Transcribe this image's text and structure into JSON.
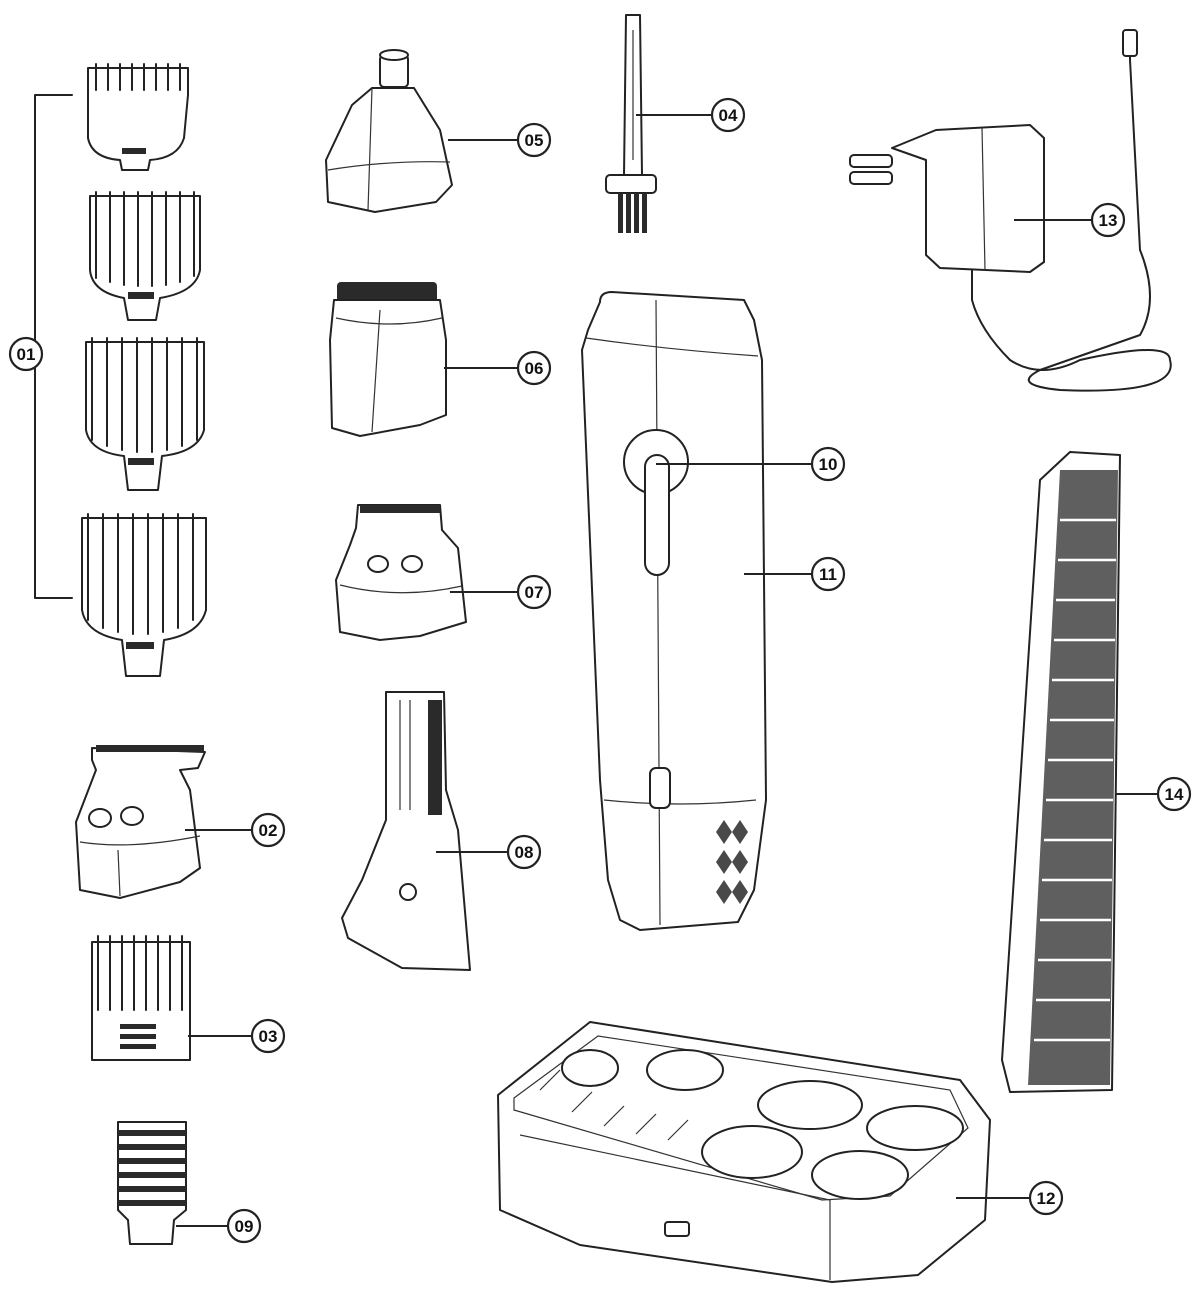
{
  "callouts": [
    {
      "id": "01",
      "label": "01"
    },
    {
      "id": "02",
      "label": "02"
    },
    {
      "id": "03",
      "label": "03"
    },
    {
      "id": "04",
      "label": "04"
    },
    {
      "id": "05",
      "label": "05"
    },
    {
      "id": "06",
      "label": "06"
    },
    {
      "id": "07",
      "label": "07"
    },
    {
      "id": "08",
      "label": "08"
    },
    {
      "id": "09",
      "label": "09"
    },
    {
      "id": "10",
      "label": "10"
    },
    {
      "id": "11",
      "label": "11"
    },
    {
      "id": "12",
      "label": "12"
    },
    {
      "id": "13",
      "label": "13"
    },
    {
      "id": "14",
      "label": "14"
    }
  ]
}
